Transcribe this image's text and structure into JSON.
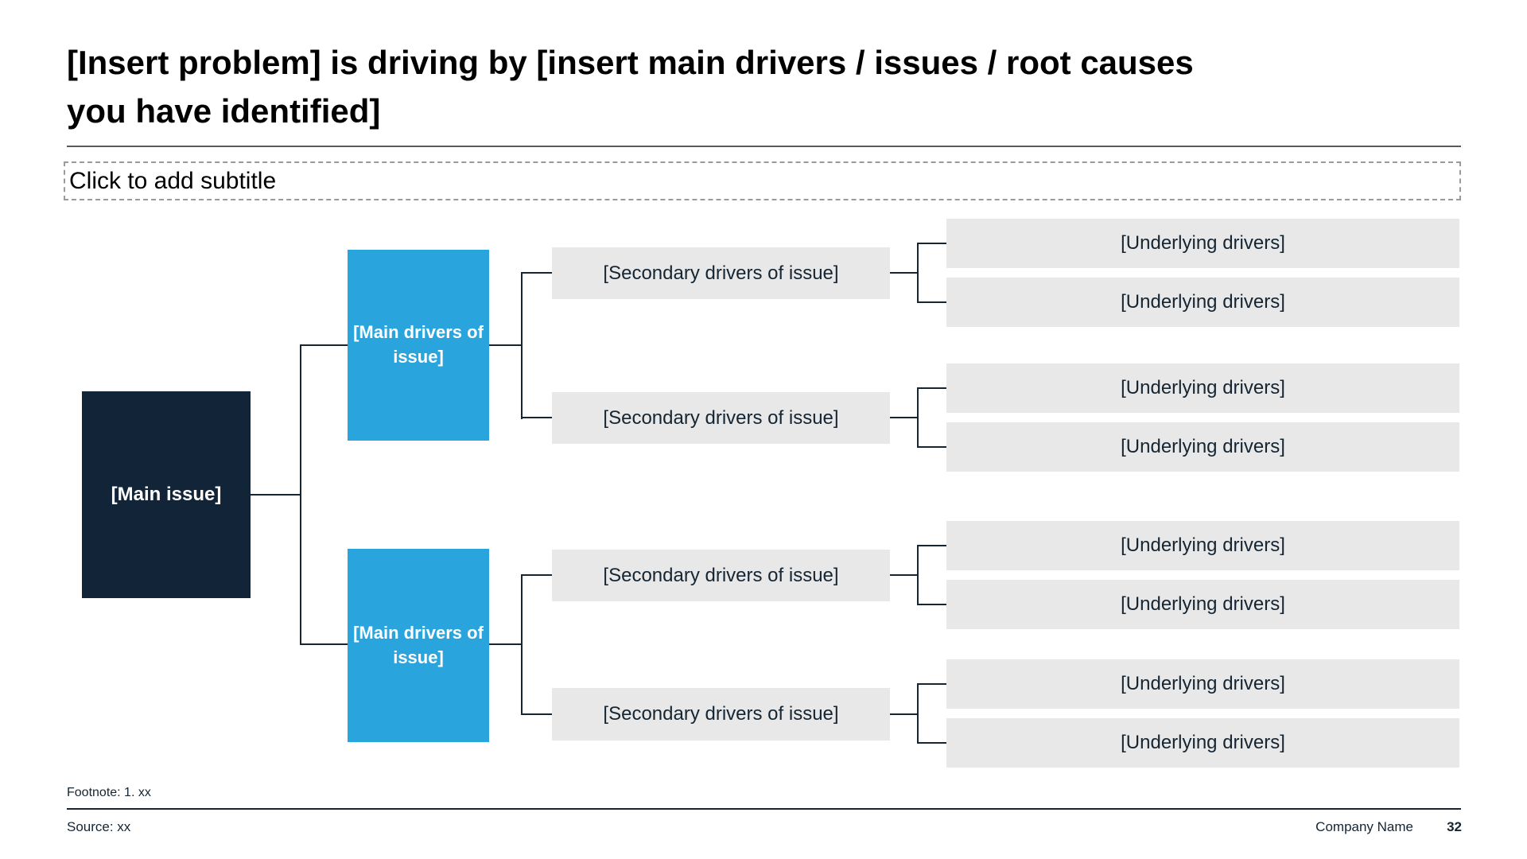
{
  "slide": {
    "title_lines": [
      "[Insert problem] is driving by [insert main drivers / issues / root causes",
      "you have identified]"
    ],
    "subtitle_placeholder": "Click to add subtitle",
    "footnote": "Footnote: 1. xx",
    "source": "Source: xx",
    "company_name": "Company Name",
    "page_number": "32"
  },
  "colors": {
    "navy": "#112438",
    "blue": "#29A4DC",
    "graybox": "#E8E8E8",
    "line": "#152532",
    "ink": "#152532",
    "rulegray": "#595959",
    "dashborder": "#9A9A9A"
  },
  "tree": {
    "main": {
      "label": "[Main issue]"
    },
    "main_drivers": [
      {
        "label": "[Main drivers of issue]"
      },
      {
        "label": "[Main drivers of issue]"
      }
    ],
    "secondary_drivers": [
      {
        "label": "[Secondary drivers of issue]"
      },
      {
        "label": "[Secondary drivers of issue]"
      },
      {
        "label": "[Secondary drivers of issue]"
      },
      {
        "label": "[Secondary drivers of issue]"
      }
    ],
    "underlying_drivers": [
      {
        "label": "[Underlying drivers]"
      },
      {
        "label": "[Underlying drivers]"
      },
      {
        "label": "[Underlying drivers]"
      },
      {
        "label": "[Underlying drivers]"
      },
      {
        "label": "[Underlying drivers]"
      },
      {
        "label": "[Underlying drivers]"
      },
      {
        "label": "[Underlying drivers]"
      },
      {
        "label": "[Underlying drivers]"
      }
    ]
  }
}
